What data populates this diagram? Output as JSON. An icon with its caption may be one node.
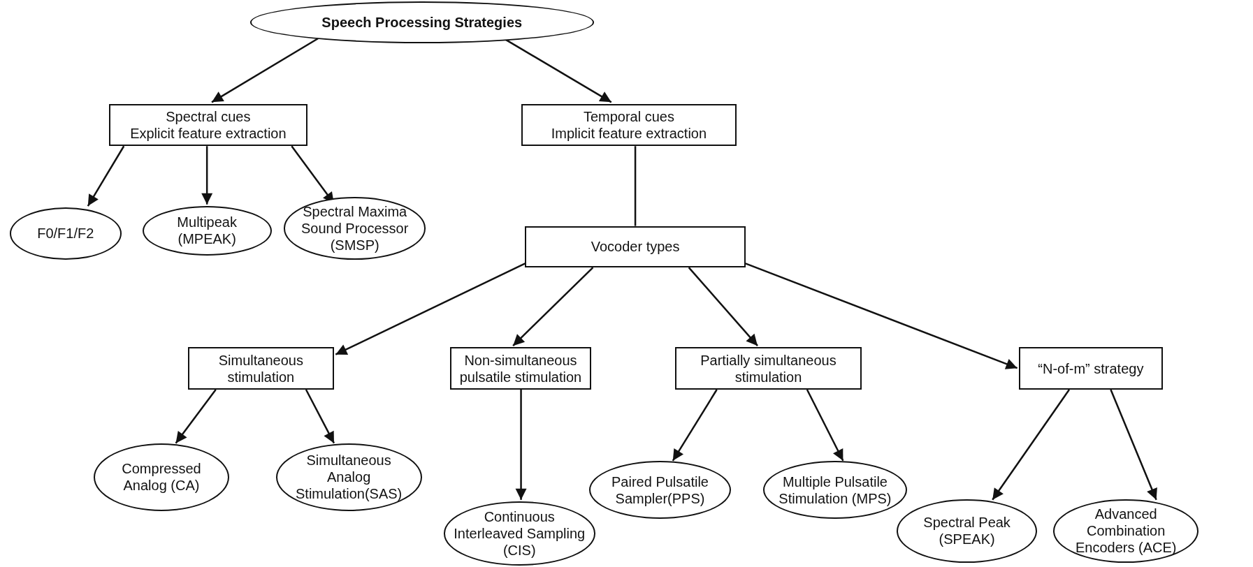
{
  "diagram": {
    "nodes": [
      {
        "text": [
          "Speech Processing Strategies"
        ]
      },
      {
        "text": [
          "Spectral cues",
          "Explicit feature extraction"
        ]
      },
      {
        "text": [
          "Temporal cues",
          "Implicit feature extraction"
        ]
      },
      {
        "text": [
          "F0/F1/F2"
        ]
      },
      {
        "text": [
          "Multipeak (MPEAK)"
        ]
      },
      {
        "text": [
          "Spectral Maxima Sound Processor (SMSP)"
        ]
      },
      {
        "text": [
          "Vocoder types"
        ]
      },
      {
        "text": [
          "Simultaneous stimulation"
        ]
      },
      {
        "text": [
          "Non-simultaneous pulsatile stimulation"
        ]
      },
      {
        "text": [
          "Partially simultaneous stimulation"
        ]
      },
      {
        "text": [
          "“N-of-m” strategy"
        ]
      },
      {
        "text": [
          "Compressed Analog (CA)"
        ]
      },
      {
        "text": [
          "Simultaneous Analog Stimulation(SAS)"
        ]
      },
      {
        "text": [
          "Continuous Interleaved Sampling (CIS)"
        ]
      },
      {
        "text": [
          "Paired Pulsatile Sampler(PPS)"
        ]
      },
      {
        "text": [
          "Multiple Pulsatile Stimulation (MPS)"
        ]
      },
      {
        "text": [
          "Spectral Peak (SPEAK)"
        ]
      },
      {
        "text": [
          "Advanced Combination Encoders (ACE)"
        ]
      }
    ],
    "edges": [
      {
        "from": 0,
        "to": 1,
        "arrow": "to"
      },
      {
        "from": 0,
        "to": 2,
        "arrow": "to"
      },
      {
        "from": 1,
        "to": 3,
        "arrow": "to"
      },
      {
        "from": 1,
        "to": 4,
        "arrow": "to"
      },
      {
        "from": 1,
        "to": 5,
        "arrow": "to"
      },
      {
        "from": 2,
        "to": 6,
        "arrow": "none"
      },
      {
        "from": 6,
        "to": 7,
        "arrow": "to"
      },
      {
        "from": 6,
        "to": 8,
        "arrow": "to"
      },
      {
        "from": 6,
        "to": 9,
        "arrow": "to"
      },
      {
        "from": 6,
        "to": 10,
        "arrow": "to"
      },
      {
        "from": 7,
        "to": 11,
        "arrow": "to"
      },
      {
        "from": 7,
        "to": 12,
        "arrow": "to"
      },
      {
        "from": 8,
        "to": 13,
        "arrow": "to"
      },
      {
        "from": 9,
        "to": 14,
        "arrow": "to"
      },
      {
        "from": 9,
        "to": 15,
        "arrow": "to"
      },
      {
        "from": 10,
        "to": 16,
        "arrow": "to"
      },
      {
        "from": 10,
        "to": 17,
        "arrow": "to"
      }
    ]
  }
}
